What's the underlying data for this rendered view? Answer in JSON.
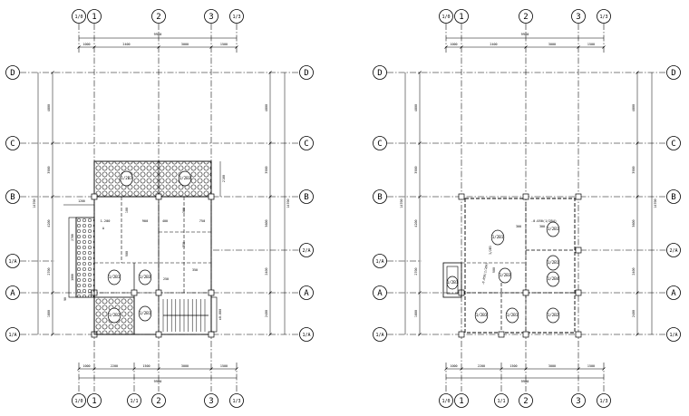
{
  "plans": [
    {
      "id": "left",
      "top_axes": [
        "1/0",
        "1",
        "2",
        "3",
        "1/3"
      ],
      "bottom_axes": [
        "1/0",
        "1",
        "1/1",
        "2",
        "3",
        "1/3"
      ],
      "left_axes": [
        "D",
        "C",
        "B",
        "1/A",
        "A",
        "1/A"
      ],
      "right_axes": [
        "D",
        "C",
        "B",
        "2/A",
        "A",
        "1/A"
      ],
      "top_dims": [
        "1000",
        "2400",
        "3000",
        "1500"
      ],
      "top_total": "9900",
      "bottom_dims": [
        "1000",
        "2200",
        "1500",
        "3000",
        "1500"
      ],
      "bottom_total": "9900",
      "left_dims": [
        "4800",
        "3900",
        "4200",
        "2700",
        "1800",
        "2400"
      ],
      "left_total": "14700",
      "right_dims": [
        "4800",
        "3900",
        "3600",
        "2400",
        "2400"
      ],
      "right_total": "14700",
      "room_labels": [
        "1.200",
        "100",
        "900",
        "300",
        "750",
        "2100",
        "750"
      ],
      "panel_labels": [
        "1/2B3",
        "1/2B3",
        "1/2B1",
        "1/2B3",
        "1/2B1",
        "1/2B2",
        "1/2B2",
        "1/2B1"
      ],
      "note": "±0.000"
    },
    {
      "id": "right",
      "top_axes": [
        "1/0",
        "1",
        "2",
        "3",
        "1/3"
      ],
      "bottom_axes": [
        "1/0",
        "1",
        "1/1",
        "2",
        "3",
        "1/3"
      ],
      "left_axes": [
        "D",
        "C",
        "B",
        "1/A",
        "A",
        "1/A"
      ],
      "right_axes": [
        "D",
        "C",
        "B",
        "2/A",
        "A",
        "1/A"
      ],
      "top_dims": [
        "1000",
        "2400",
        "3000",
        "1500"
      ],
      "top_total": "9900",
      "bottom_dims": [
        "1000",
        "2200",
        "1500",
        "3000",
        "1500"
      ],
      "bottom_total": "9900",
      "left_dims": [
        "4800",
        "3900",
        "4200",
        "2700",
        "1800",
        "2400"
      ],
      "left_total": "14700",
      "right_dims": [
        "4800",
        "3900",
        "3600",
        "2400",
        "2400"
      ],
      "right_total": "14700",
      "room_labels": [
        "300",
        "300",
        "900"
      ],
      "panel_labels": [
        "1/2B1",
        "1/2B1",
        "1/2B1",
        "1/2B1",
        "1/2B3",
        "1/2B4",
        "1/2B3",
        "1/2B1",
        "1/2B2"
      ],
      "note": "-0.050(1/2B4)"
    }
  ]
}
